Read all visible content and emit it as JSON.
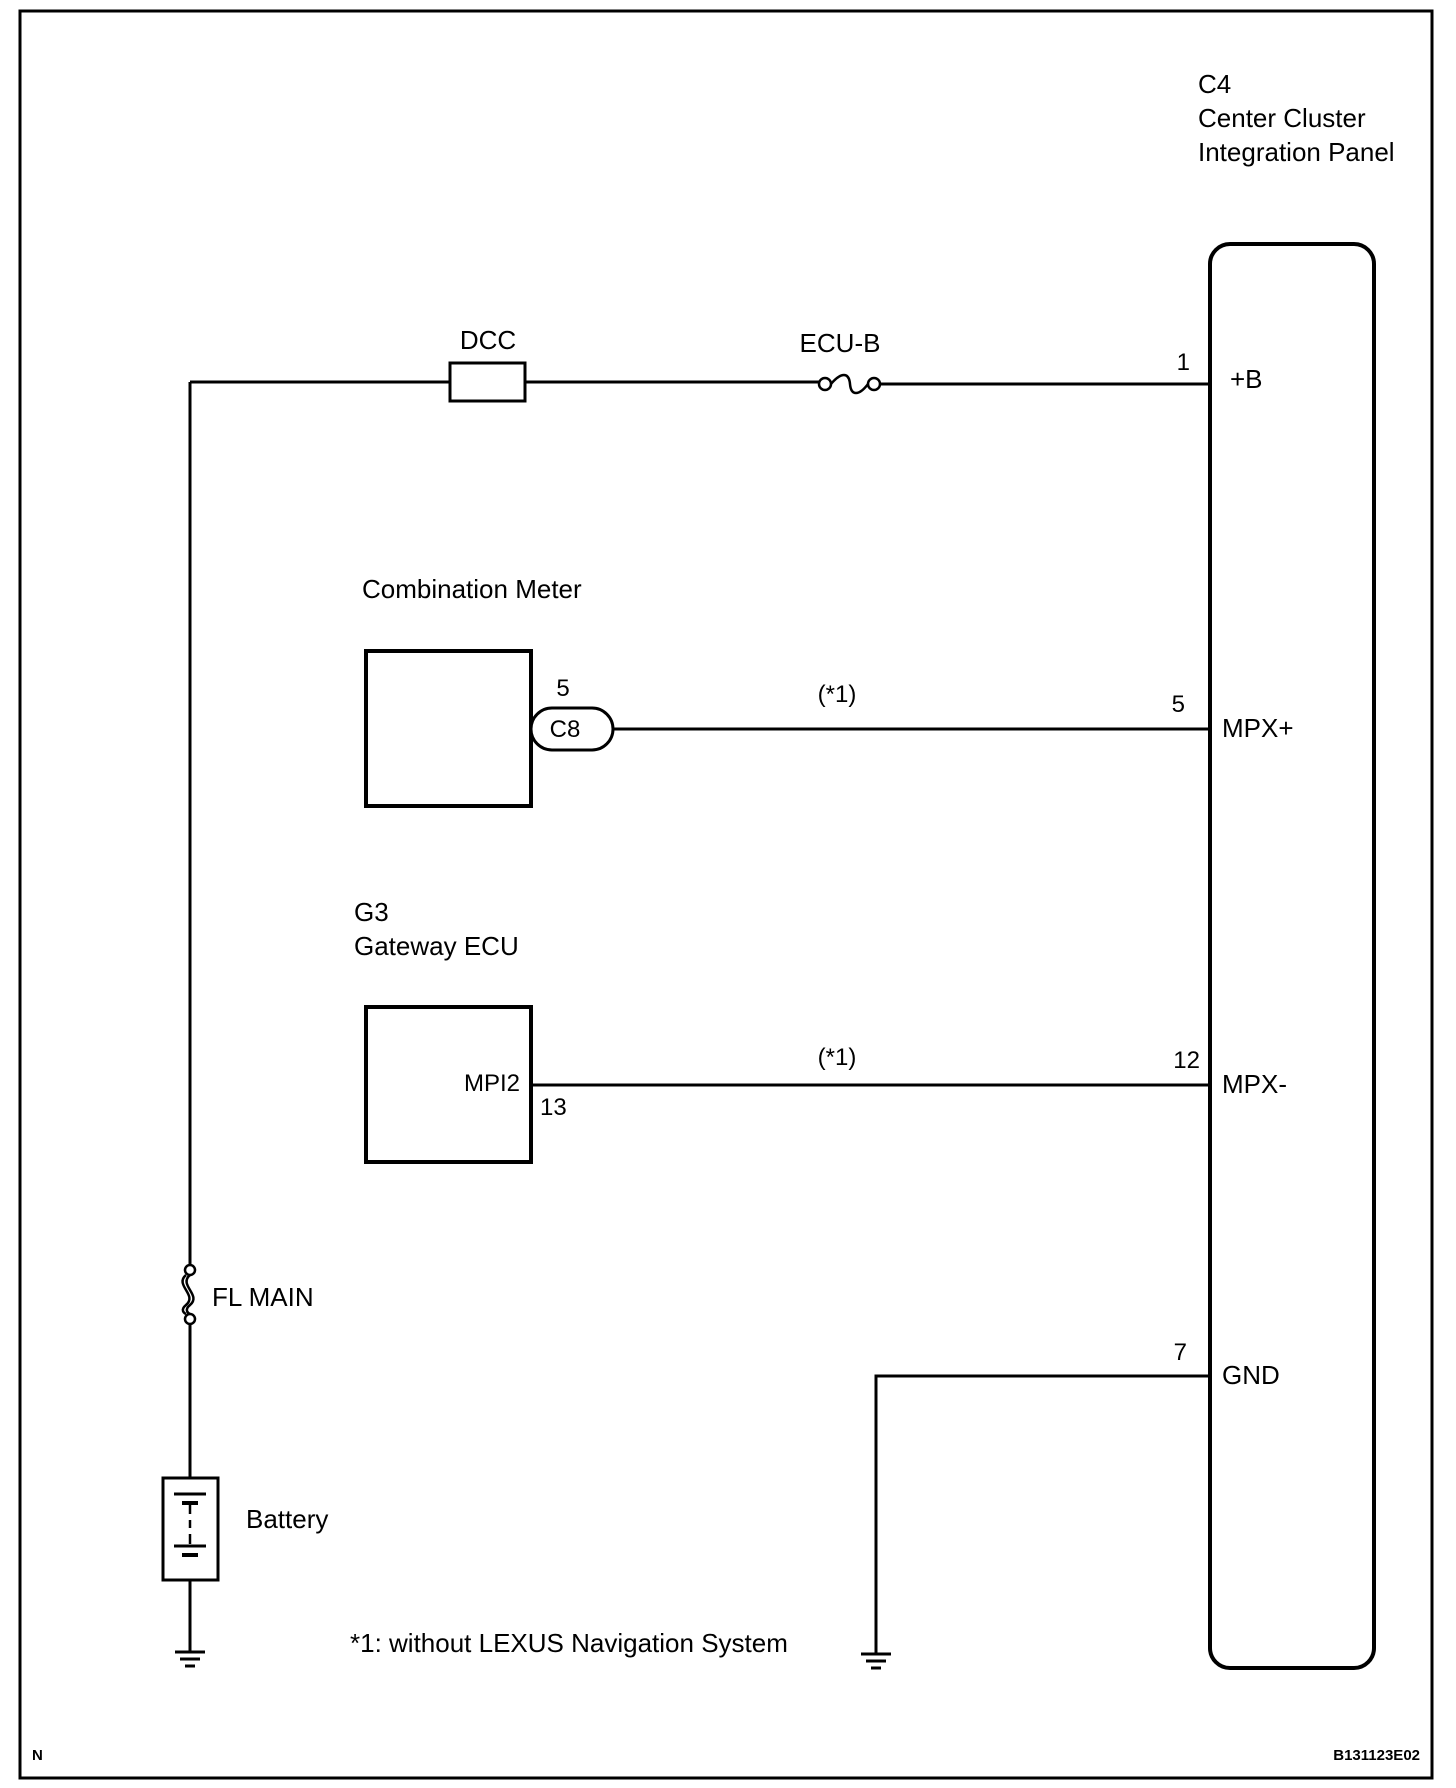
{
  "panel": {
    "code": "C4",
    "name_line1": "Center Cluster",
    "name_line2": "Integration Panel",
    "pins": [
      {
        "number": "1",
        "label": "+B"
      },
      {
        "number": "5",
        "label": "MPX+"
      },
      {
        "number": "12",
        "label": "MPX-"
      },
      {
        "number": "7",
        "label": "GND"
      }
    ]
  },
  "power_line": {
    "dcc_label": "DCC",
    "ecub_label": "ECU-B"
  },
  "combination_meter": {
    "title": "Combination Meter",
    "connector": "C8",
    "pin": "5",
    "wire_note": "(*1)"
  },
  "gateway": {
    "code": "G3",
    "name": "Gateway ECU",
    "terminal": "MPI2",
    "pin": "13",
    "wire_note": "(*1)"
  },
  "fl_main_label": "FL MAIN",
  "battery_label": "Battery",
  "footnote": "*1: without LEXUS Navigation System",
  "corner_left": "N",
  "corner_right": "B131123E02",
  "icons": [
    "fusible-link-icon",
    "fuse-icon",
    "battery-icon",
    "ground-icon"
  ]
}
